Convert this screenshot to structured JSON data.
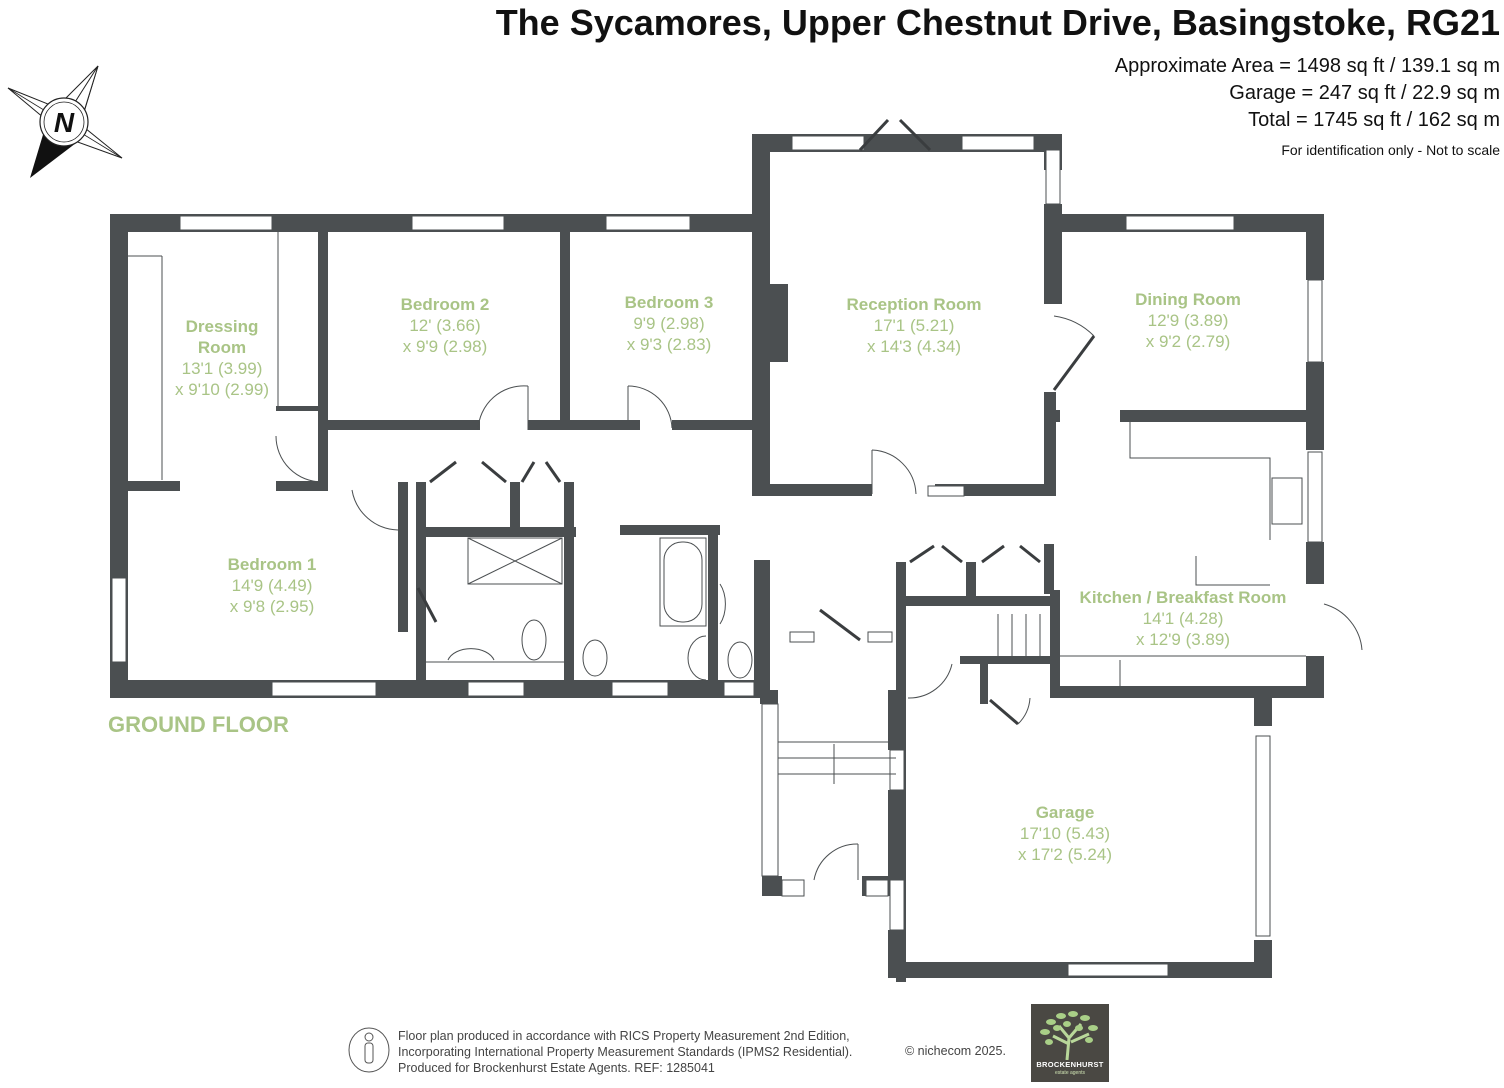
{
  "header": {
    "title": "The Sycamores, Upper Chestnut Drive, Basingstoke, RG21",
    "area_lines": [
      "Approximate Area = 1498 sq ft / 139.1 sq m",
      "Garage = 247 sq ft / 22.9 sq m",
      "Total = 1745 sq ft / 162 sq m"
    ],
    "disclaimer": "For identification only - Not to scale"
  },
  "compass": {
    "icon": "north-arrow-icon",
    "label": "N"
  },
  "floor": {
    "label": "GROUND FLOOR"
  },
  "rooms": [
    {
      "name": "Dressing",
      "name2": "Room",
      "dim1": "13'1 (3.99)",
      "dim2": "x 9'10 (2.99)"
    },
    {
      "name": "Bedroom 2",
      "dim1": "12' (3.66)",
      "dim2": "x 9'9 (2.98)"
    },
    {
      "name": "Bedroom 3",
      "dim1": "9'9 (2.98)",
      "dim2": "x 9'3 (2.83)"
    },
    {
      "name": "Reception Room",
      "dim1": "17'1 (5.21)",
      "dim2": "x 14'3 (4.34)"
    },
    {
      "name": "Dining Room",
      "dim1": "12'9 (3.89)",
      "dim2": "x 9'2 (2.79)"
    },
    {
      "name": "Bedroom 1",
      "dim1": "14'9 (4.49)",
      "dim2": "x 9'8 (2.95)"
    },
    {
      "name": "Kitchen / Breakfast Room",
      "dim1": "14'1 (4.28)",
      "dim2": "x 12'9 (3.89)"
    },
    {
      "name": "Garage",
      "dim1": "17'10 (5.43)",
      "dim2": "x 17'2 (5.24)"
    }
  ],
  "colors": {
    "wall": "#4b4f51",
    "room_label": "#a9c486",
    "logo_bg": "#4a4843"
  },
  "footer": {
    "lines": [
      "Floor plan produced in accordance with RICS Property Measurement 2nd Edition,",
      "Incorporating International Property Measurement Standards (IPMS2 Residential).",
      "Produced for Brockenhurst Estate Agents.   REF: 1285041"
    ],
    "copyright": "© nichecom 2025.",
    "logo_brand": "BROCKENHURST",
    "logo_sub": "estate agents",
    "person_icon": "person-icon"
  }
}
